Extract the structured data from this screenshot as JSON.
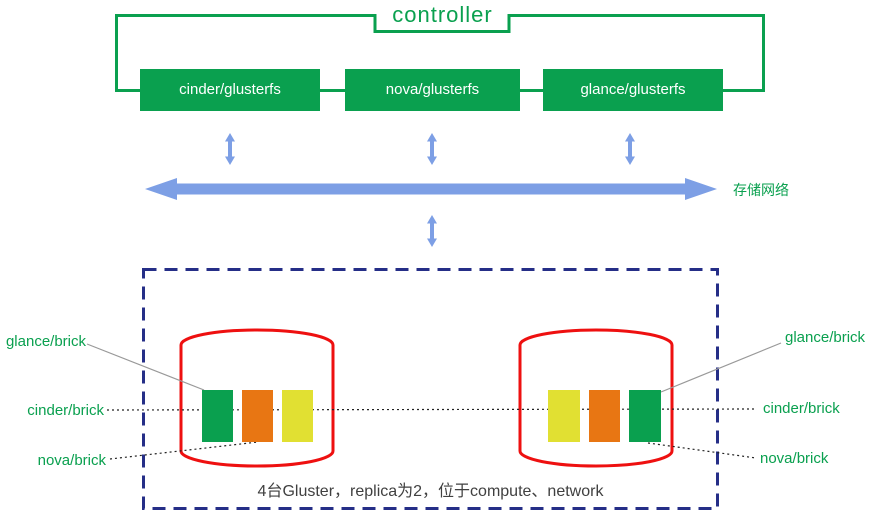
{
  "palette": {
    "green": "#0aa04f",
    "blue": "#7d9fe5",
    "navy": "#252e87",
    "red": "#ee1010",
    "orange": "#e87613",
    "yellow": "#e1e032",
    "gray": "#999999"
  },
  "controller": {
    "label": "controller"
  },
  "services": [
    {
      "label": "cinder/glusterfs"
    },
    {
      "label": "nova/glusterfs"
    },
    {
      "label": "glance/glusterfs"
    }
  ],
  "storage_network": {
    "label": "存储网络"
  },
  "gluster_cluster": {
    "caption": "4台Gluster，replica为2，位于compute、network",
    "left_node": {
      "bar_colors": [
        "green",
        "orange",
        "yellow"
      ]
    },
    "right_node": {
      "bar_colors": [
        "yellow",
        "orange",
        "green"
      ]
    },
    "left_labels": [
      {
        "label": "glance/brick"
      },
      {
        "label": "cinder/brick"
      },
      {
        "label": "nova/brick"
      }
    ],
    "right_labels": [
      {
        "label": "glance/brick"
      },
      {
        "label": "cinder/brick"
      },
      {
        "label": "nova/brick"
      }
    ]
  }
}
